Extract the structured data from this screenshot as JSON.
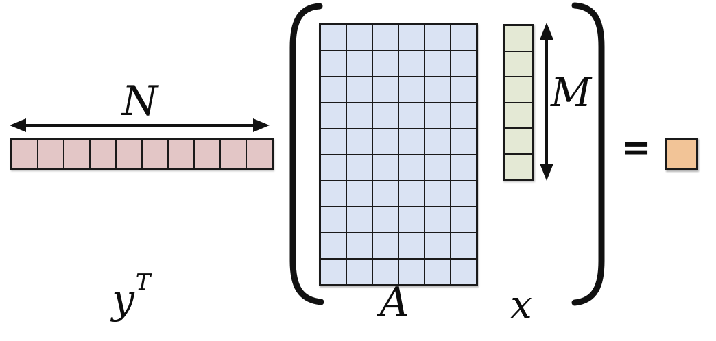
{
  "labels": {
    "n_dimension": "N",
    "m_dimension": "M",
    "matrix": "A",
    "col_vector": "x",
    "row_vector_base": "y",
    "row_vector_sup": "T",
    "equals": "="
  },
  "row_vector_y": {
    "rows": 1,
    "cols": 10,
    "fill": "#e3c6c6"
  },
  "matrix_a": {
    "rows": 10,
    "cols": 6,
    "fill": "#dae3f3"
  },
  "col_vector_x": {
    "rows": 6,
    "cols": 1,
    "fill": "#e4e9d5"
  },
  "result_scalar": {
    "rows": 1,
    "cols": 1,
    "fill": "#f2c497"
  },
  "colors": {
    "ink": "#111111",
    "grid_line": "#1a1a1a",
    "row_vector_fill": "#e3c6c6",
    "matrix_fill": "#dae3f3",
    "col_vector_fill": "#e4e9d5",
    "result_fill": "#f2c497",
    "background": "#ffffff"
  }
}
